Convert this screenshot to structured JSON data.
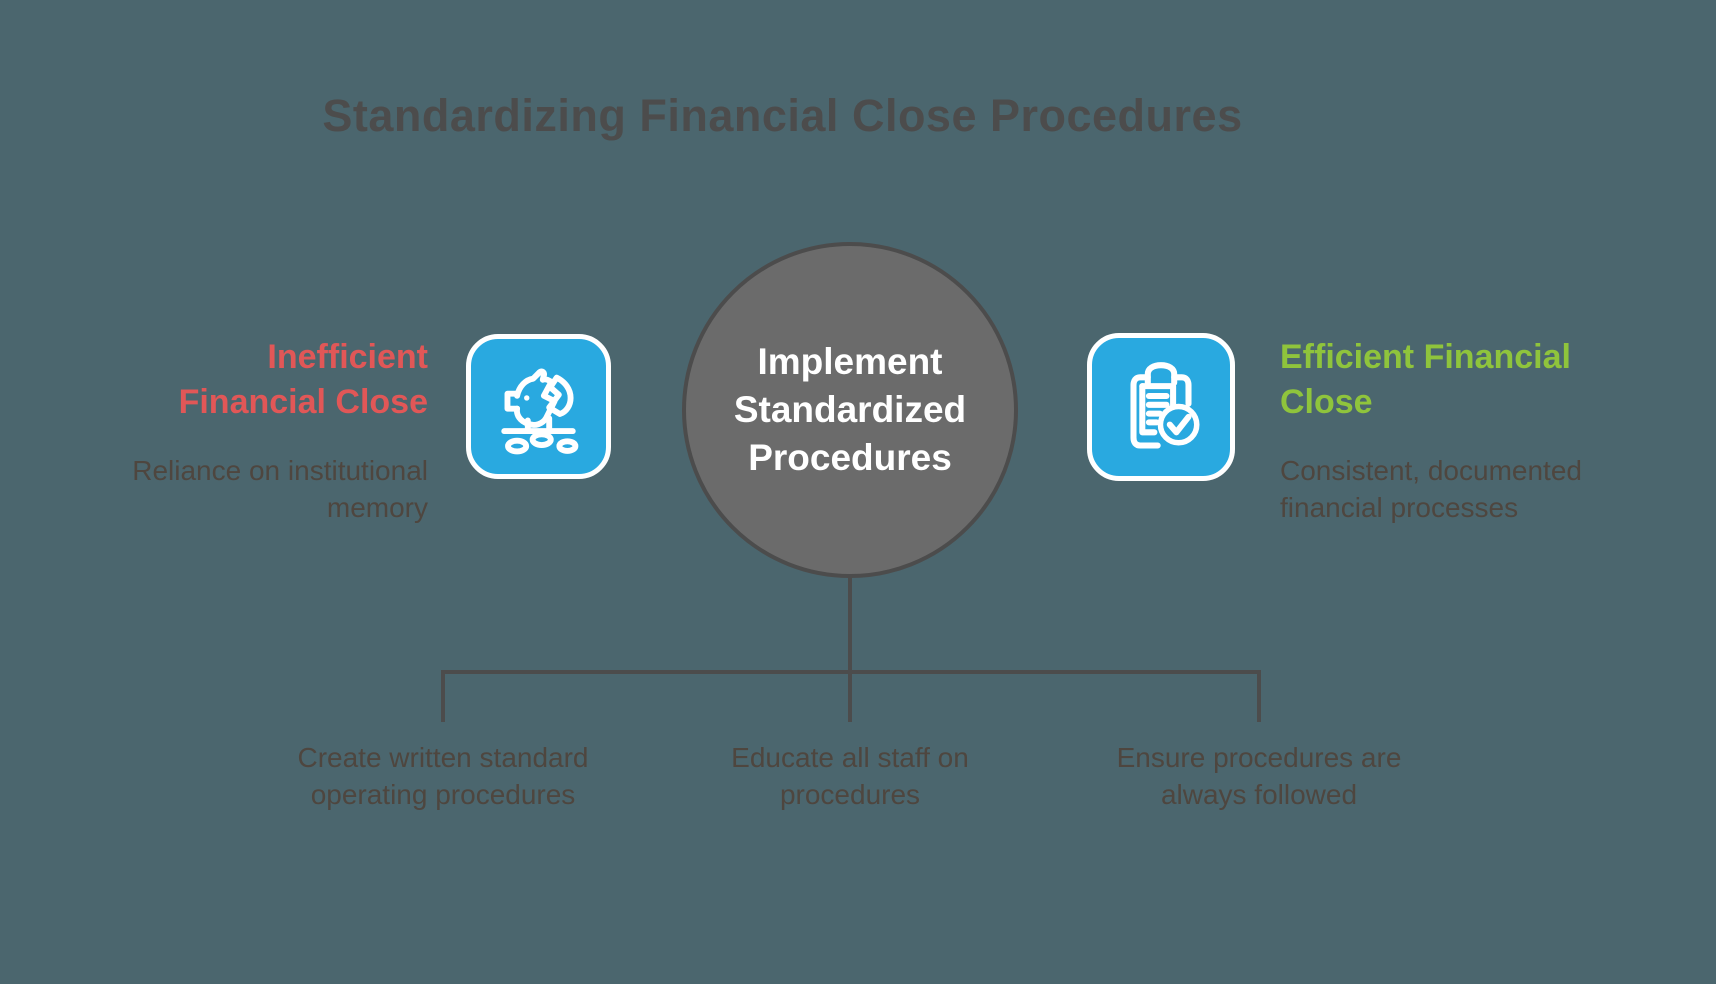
{
  "title": "Standardizing Financial Close Procedures",
  "center_node": {
    "label": "Implement\nStandardized\nProcedures"
  },
  "left_panel": {
    "heading": "Inefficient\nFinancial Close",
    "description": "Reliance on institutional\nmemory",
    "icon": "broken-piggy-bank-icon"
  },
  "right_panel": {
    "heading": "Efficient Financial\nClose",
    "description": "Consistent, documented\nfinancial processes",
    "icon": "clipboard-check-icon"
  },
  "branches": [
    {
      "label": "Create written standard\noperating procedures"
    },
    {
      "label": "Educate all staff on\nprocedures"
    },
    {
      "label": "Ensure procedures are\nalways followed"
    }
  ],
  "colors": {
    "background": "#4B666E",
    "accent_blue": "#29A9E0",
    "negative_red": "#E15757",
    "positive_green": "#8FC43C",
    "node_gray": "#6B6B6B",
    "line_gray": "#4C4C4C",
    "text_dark": "#4E463F"
  }
}
